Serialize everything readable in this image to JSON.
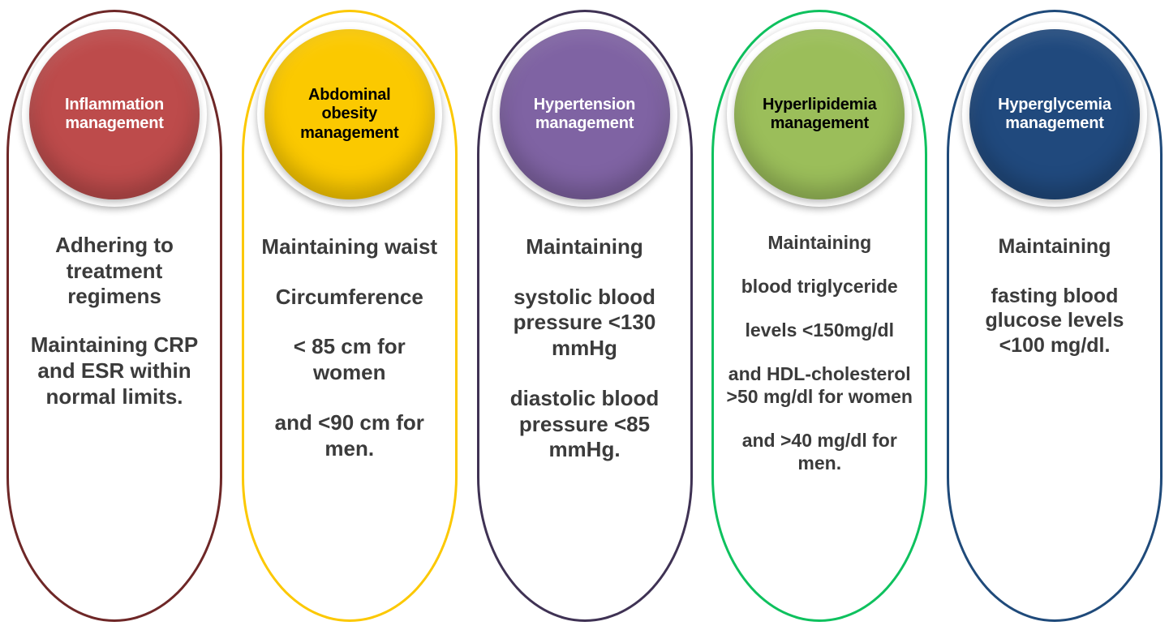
{
  "diagram": {
    "type": "five-pillar-management-chart",
    "background": "#ffffff",
    "columns": [
      {
        "id": "inflammation",
        "title": "Inflammation\nmanagement",
        "title_line1": "Inflammation",
        "title_line2": "management",
        "circle_color": "#bd4b4b",
        "border_color": "#6e2727",
        "title_text_color": "#ffffff",
        "paragraphs": [
          "Adhering to treatment regimens",
          "Maintaining CRP and  ESR within normal limits."
        ]
      },
      {
        "id": "abdominal-obesity",
        "title": "Abdominal obesity management",
        "title_line1": "Abdominal",
        "title_line2": "obesity",
        "title_line3": "management",
        "circle_color": "#fbc900",
        "border_color": "#fcc800",
        "title_text_color": "#000000",
        "paragraphs": [
          "Maintaining waist",
          "Circumference",
          "< 85 cm for women",
          "and <90 cm for men."
        ]
      },
      {
        "id": "hypertension",
        "title": "Hypertension management",
        "title_line1": "Hypertension",
        "title_line2": "management",
        "circle_color": "#7f63a3",
        "border_color": "#3f3254",
        "title_text_color": "#ffffff",
        "paragraphs": [
          "Maintaining",
          "systolic blood pressure <130 mmHg",
          "diastolic blood pressure <85 mmHg."
        ]
      },
      {
        "id": "hyperlipidemia",
        "title": "Hyperlipidemia management",
        "title_line1": "Hyperlipidemia",
        "title_line2": "management",
        "circle_color": "#9bbe5a",
        "border_color": "#0ec15e",
        "title_text_color": "#000000",
        "paragraphs": [
          "Maintaining",
          "blood triglyceride",
          "levels <150mg/dl",
          "and HDL-cholesterol >50 mg/dl for women",
          "and >40 mg/dl for men."
        ]
      },
      {
        "id": "hyperglycemia",
        "title": "Hyperglycemia management",
        "title_line1": "Hyperglycemia",
        "title_line2": "management",
        "circle_color": "#20497d",
        "border_color": "#1f4a7a",
        "title_text_color": "#ffffff",
        "paragraphs": [
          "Maintaining",
          "fasting blood glucose levels <100 mg/dl."
        ]
      }
    ]
  }
}
